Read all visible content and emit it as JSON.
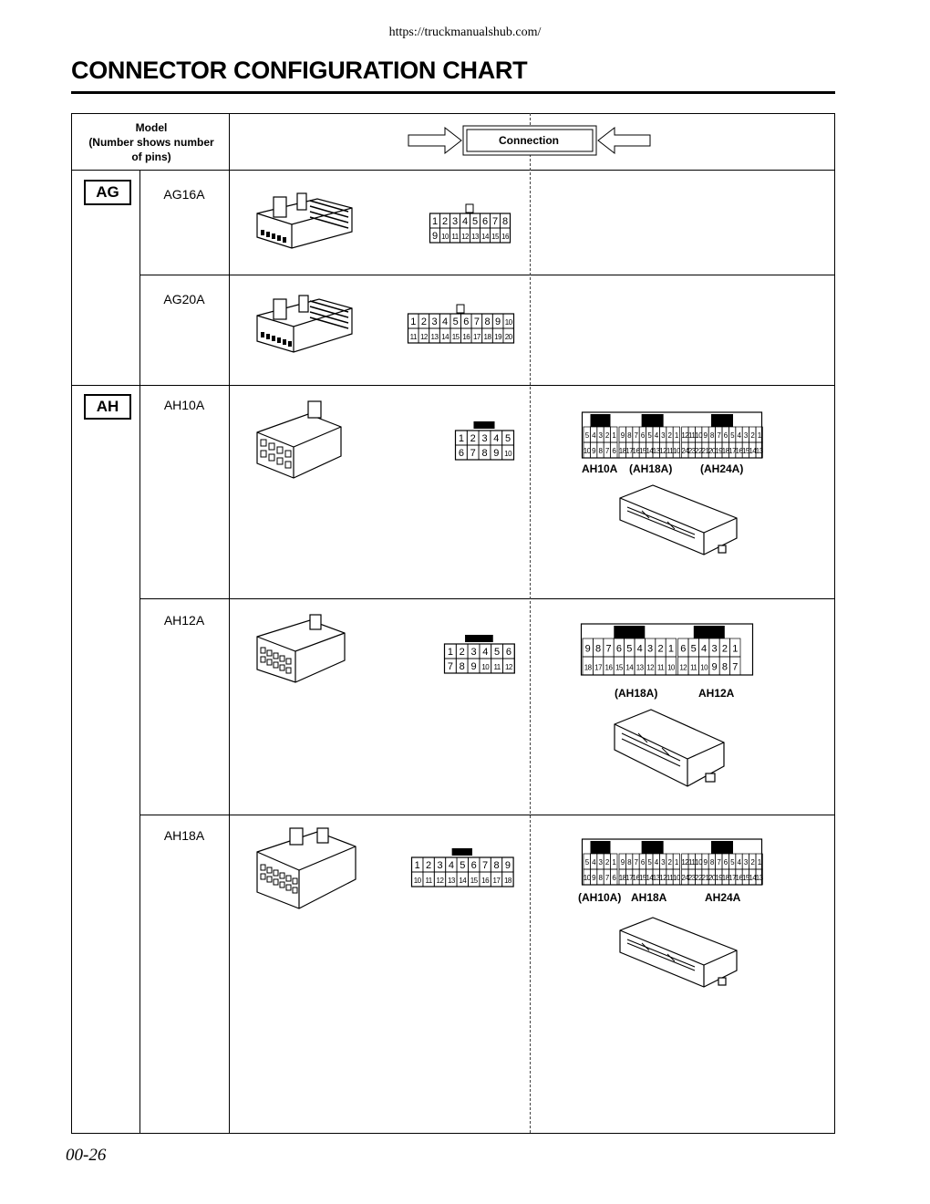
{
  "header_url": "https://truckmanualshub.com/",
  "title": "CONNECTOR CONFIGURATION CHART",
  "table_header": {
    "model_line1": "Model",
    "model_line2": "(Number shows number",
    "model_line3": "of pins)",
    "connection": "Connection"
  },
  "groups": [
    {
      "code": "AG",
      "models": [
        "AG16A",
        "AG20A"
      ]
    },
    {
      "code": "AH",
      "models": [
        "AH10A",
        "AH12A",
        "AH18A"
      ]
    }
  ],
  "captions": {
    "ah10a": {
      "c1": "AH10A",
      "c2": "(AH18A)",
      "c3": "(AH24A)"
    },
    "ah12a": {
      "c1": "(AH18A)",
      "c2": "AH12A"
    },
    "ah18a": {
      "c1": "(AH10A)",
      "c2": "AH18A",
      "c3": "AH24A"
    }
  },
  "page_number": "00-26"
}
